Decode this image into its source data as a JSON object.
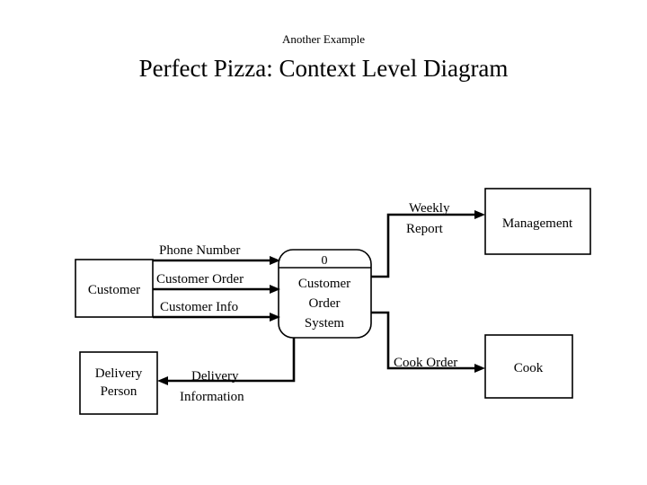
{
  "slide": {
    "subtitle": "Another Example",
    "title": "Perfect Pizza: Context Level Diagram",
    "background_color": "#ffffff",
    "ink_color": "#000000"
  },
  "diagram": {
    "type": "context-level-data-flow-diagram",
    "process": {
      "number": "0",
      "name_line1": "Customer",
      "name_line2": "Order",
      "name_line3": "System"
    },
    "entities": [
      {
        "id": "customer",
        "label_line1": "Customer",
        "label_line2": ""
      },
      {
        "id": "delivery-person",
        "label_line1": "Delivery",
        "label_line2": "Person"
      },
      {
        "id": "management",
        "label_line1": "Management",
        "label_line2": ""
      },
      {
        "id": "cook",
        "label_line1": "Cook",
        "label_line2": ""
      }
    ],
    "flows": [
      {
        "id": "phone-number",
        "label_line1": "Phone Number",
        "label_line2": "",
        "from": "customer",
        "to": "process"
      },
      {
        "id": "customer-order",
        "label_line1": "Customer Order",
        "label_line2": "",
        "from": "customer",
        "to": "process"
      },
      {
        "id": "customer-info",
        "label_line1": "Customer Info",
        "label_line2": "",
        "from": "customer",
        "to": "process"
      },
      {
        "id": "weekly-report",
        "label_line1": "Weekly",
        "label_line2": "Report",
        "from": "process",
        "to": "management"
      },
      {
        "id": "cook-order",
        "label_line1": "Cook Order",
        "label_line2": "",
        "from": "process",
        "to": "cook"
      },
      {
        "id": "delivery-information",
        "label_line1": "Delivery",
        "label_line2": "Information",
        "from": "process",
        "to": "delivery-person"
      }
    ]
  }
}
